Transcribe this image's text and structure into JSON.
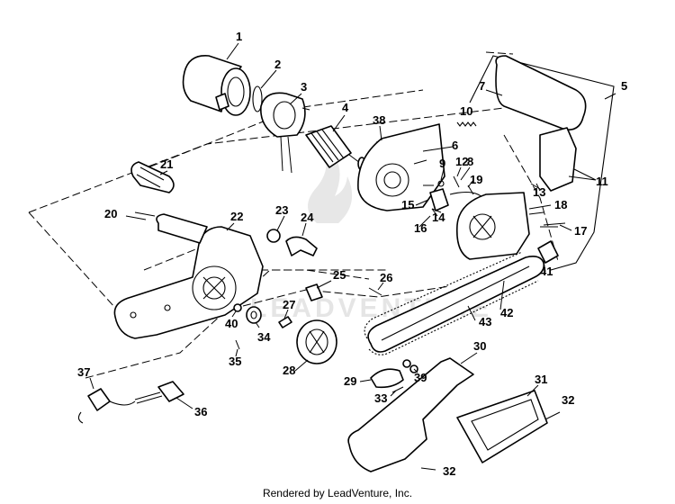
{
  "callouts": [
    "1",
    "2",
    "3",
    "4",
    "5",
    "6",
    "7",
    "8",
    "9",
    "10",
    "11",
    "11",
    "12",
    "13",
    "14",
    "15",
    "16",
    "17",
    "18",
    "19",
    "20",
    "21",
    "22",
    "23",
    "24",
    "25",
    "26",
    "27",
    "28",
    "29",
    "30",
    "31",
    "32",
    "32",
    "33",
    "34",
    "35",
    "36",
    "37",
    "38",
    "39",
    "40",
    "41",
    "42",
    "43"
  ],
  "watermark": "LEADVENTURE",
  "credit": "Rendered by LeadVenture, Inc."
}
